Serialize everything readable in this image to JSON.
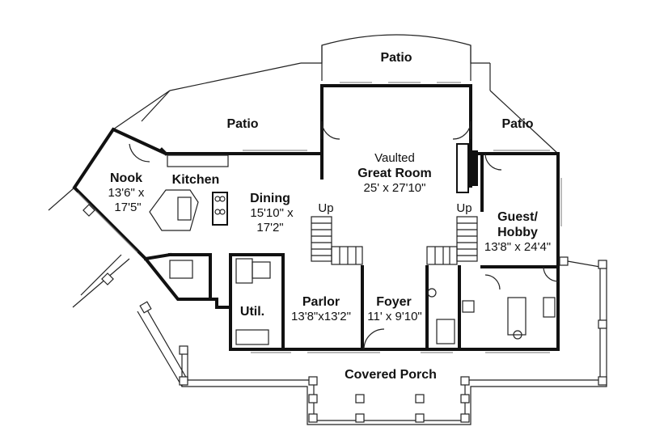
{
  "rooms": {
    "patio_top": "Patio",
    "patio_left": "Patio",
    "patio_right": "Patio",
    "great_room": {
      "line1": "Vaulted",
      "line2": "Great Room",
      "size": "25' x 27'10\""
    },
    "nook": {
      "name": "Nook",
      "size1": "13'6\" x",
      "size2": "17'5\""
    },
    "kitchen": "Kitchen",
    "dining": {
      "name": "Dining",
      "size1": "15'10\" x",
      "size2": "17'2\""
    },
    "guest": {
      "line1": "Guest/",
      "line2": "Hobby",
      "size": "13'8\" x 24'4\""
    },
    "util": "Util.",
    "parlor": {
      "name": "Parlor",
      "size": "13'8\"x13'2\""
    },
    "foyer": {
      "name": "Foyer",
      "size": "11' x 9'10\""
    },
    "porch": "Covered Porch"
  },
  "stairs": {
    "left": "Up",
    "right": "Up"
  }
}
